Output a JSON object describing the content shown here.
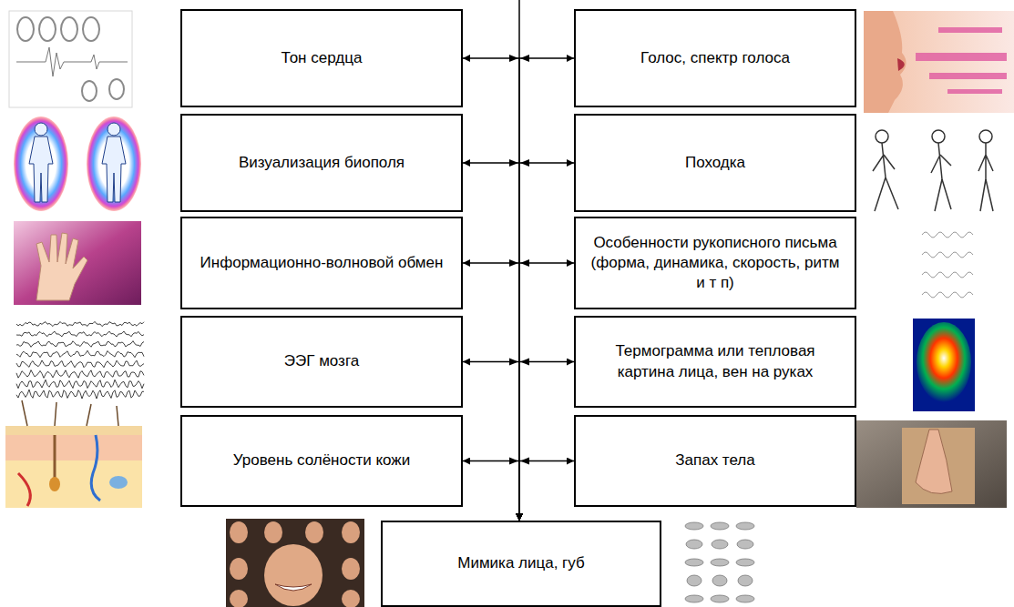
{
  "diagram": {
    "nodes": [
      {
        "text": [
          "Тон сердца"
        ]
      },
      {
        "text": [
          "Голос, спектр голоса"
        ]
      },
      {
        "text": [
          "Визуализация биополя"
        ]
      },
      {
        "text": [
          "Походка"
        ]
      },
      {
        "text": [
          "Информационно-волновой обмен"
        ]
      },
      {
        "text": [
          "Особенности рукописного письма (форма, динамика, скорость, ритм и т п)"
        ]
      },
      {
        "text": [
          "ЭЭГ мозга"
        ]
      },
      {
        "text": [
          "Термограмма или тепловая картина лица, вен на руках"
        ]
      },
      {
        "text": [
          "Уровень солёности кожи"
        ]
      },
      {
        "text": [
          "Запах тела"
        ]
      },
      {
        "text": [
          "Мимика лица, губ"
        ]
      }
    ],
    "edges": [
      {
        "from": 0,
        "to": 10,
        "arrow": "both"
      },
      {
        "from": 1,
        "to": 10,
        "arrow": "both"
      },
      {
        "from": 2,
        "to": 10,
        "arrow": "both"
      },
      {
        "from": 3,
        "to": 10,
        "arrow": "both"
      },
      {
        "from": 4,
        "to": 10,
        "arrow": "both"
      },
      {
        "from": 5,
        "to": 10,
        "arrow": "both"
      },
      {
        "from": 6,
        "to": 10,
        "arrow": "both"
      },
      {
        "from": 7,
        "to": 10,
        "arrow": "both"
      },
      {
        "from": 8,
        "to": 10,
        "arrow": "both"
      },
      {
        "from": 9,
        "to": 10,
        "arrow": "both"
      }
    ]
  }
}
